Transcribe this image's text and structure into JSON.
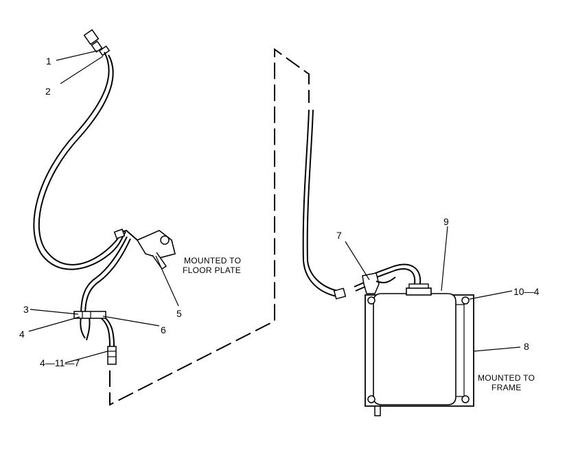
{
  "callouts": [
    {
      "id": "c1",
      "label": "1"
    },
    {
      "id": "c2",
      "label": "2"
    },
    {
      "id": "c3",
      "label": "3"
    },
    {
      "id": "c4",
      "label": "4"
    },
    {
      "id": "c5",
      "label": "5"
    },
    {
      "id": "c6",
      "label": "6"
    },
    {
      "id": "c7",
      "label": "7"
    },
    {
      "id": "c8",
      "label": "8"
    },
    {
      "id": "c9",
      "label": "9"
    },
    {
      "id": "c10",
      "label": "10—4"
    },
    {
      "id": "c11",
      "label": "4—11—7"
    }
  ],
  "notes": {
    "floor_plate_line1": "MOUNTED TO",
    "floor_plate_line2": "FLOOR PLATE",
    "frame_line1": "MOUNTED TO",
    "frame_line2": "FRAME"
  }
}
